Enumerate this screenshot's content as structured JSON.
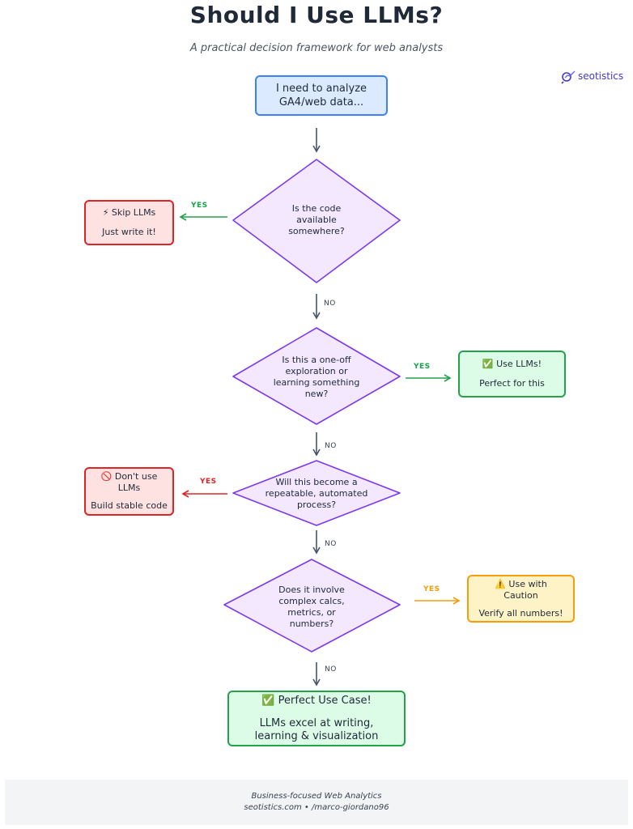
{
  "header": {
    "title": "Should I Use LLMs?",
    "subtitle": "A practical decision framework for web analysts"
  },
  "logo": {
    "text": "seotistics"
  },
  "start": {
    "text": "I need to analyze GA4/web data..."
  },
  "questions": [
    {
      "text": "Is the code available somewhere?"
    },
    {
      "text": "Is this a one-off exploration or learning something new?"
    },
    {
      "text": "Will this become a repeatable, automated process?"
    },
    {
      "text": "Does it involve complex calcs, metrics, or numbers?"
    }
  ],
  "outcomes": {
    "skip": {
      "icon": "⚡",
      "title": "Skip LLMs",
      "detail": "Just write it!"
    },
    "use": {
      "icon": "✅",
      "title": "Use LLMs!",
      "detail": "Perfect for this"
    },
    "dont": {
      "icon": "🚫",
      "title": "Don't use LLMs",
      "detail": "Build stable code"
    },
    "caution": {
      "icon": "⚠️",
      "title": "Use with Caution",
      "detail": "Verify all numbers!"
    },
    "perfect": {
      "icon": "✅",
      "title": "Perfect Use Case!",
      "detail": "LLMs excel at writing, learning & visualization"
    }
  },
  "labels": {
    "yes": "YES",
    "no": "NO"
  },
  "footer": {
    "line1": "Business-focused Web Analytics",
    "line2": "seotistics.com • /marco-giordano96"
  },
  "colors": {
    "start_fill": "#dbeafe",
    "start_border": "#3b82f6",
    "question_fill": "#f3e8ff",
    "question_border": "#7c3aed",
    "red": "#dc2626",
    "green": "#22a34a",
    "amber": "#f59e0b",
    "arrow": "#475569"
  }
}
